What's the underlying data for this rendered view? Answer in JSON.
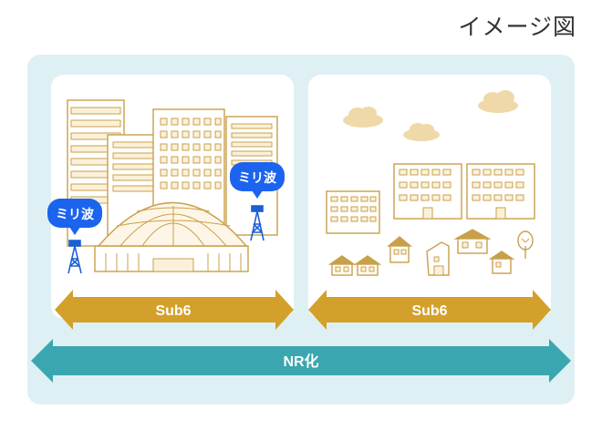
{
  "caption": "イメージ図",
  "labels": {
    "mmwave_left": "ミリ波",
    "mmwave_right": "ミリ波",
    "sub6_left": "Sub6",
    "sub6_right": "Sub6",
    "nr": "NR化"
  },
  "colors": {
    "outer_bg": "#def0f3",
    "panel_bg": "#ffffff",
    "building": "#c9a04a",
    "sub6_arrow": "#d3a02b",
    "nr_arrow": "#3aa7b0",
    "badge": "#1c64ee",
    "tower": "#1c5fd4",
    "cloud": "#f0d9a8"
  },
  "icons": [
    "office-building-icon",
    "dome-stadium-icon",
    "cell-tower-icon",
    "apartment-icon",
    "house-icon",
    "tree-icon",
    "cloud-icon"
  ]
}
